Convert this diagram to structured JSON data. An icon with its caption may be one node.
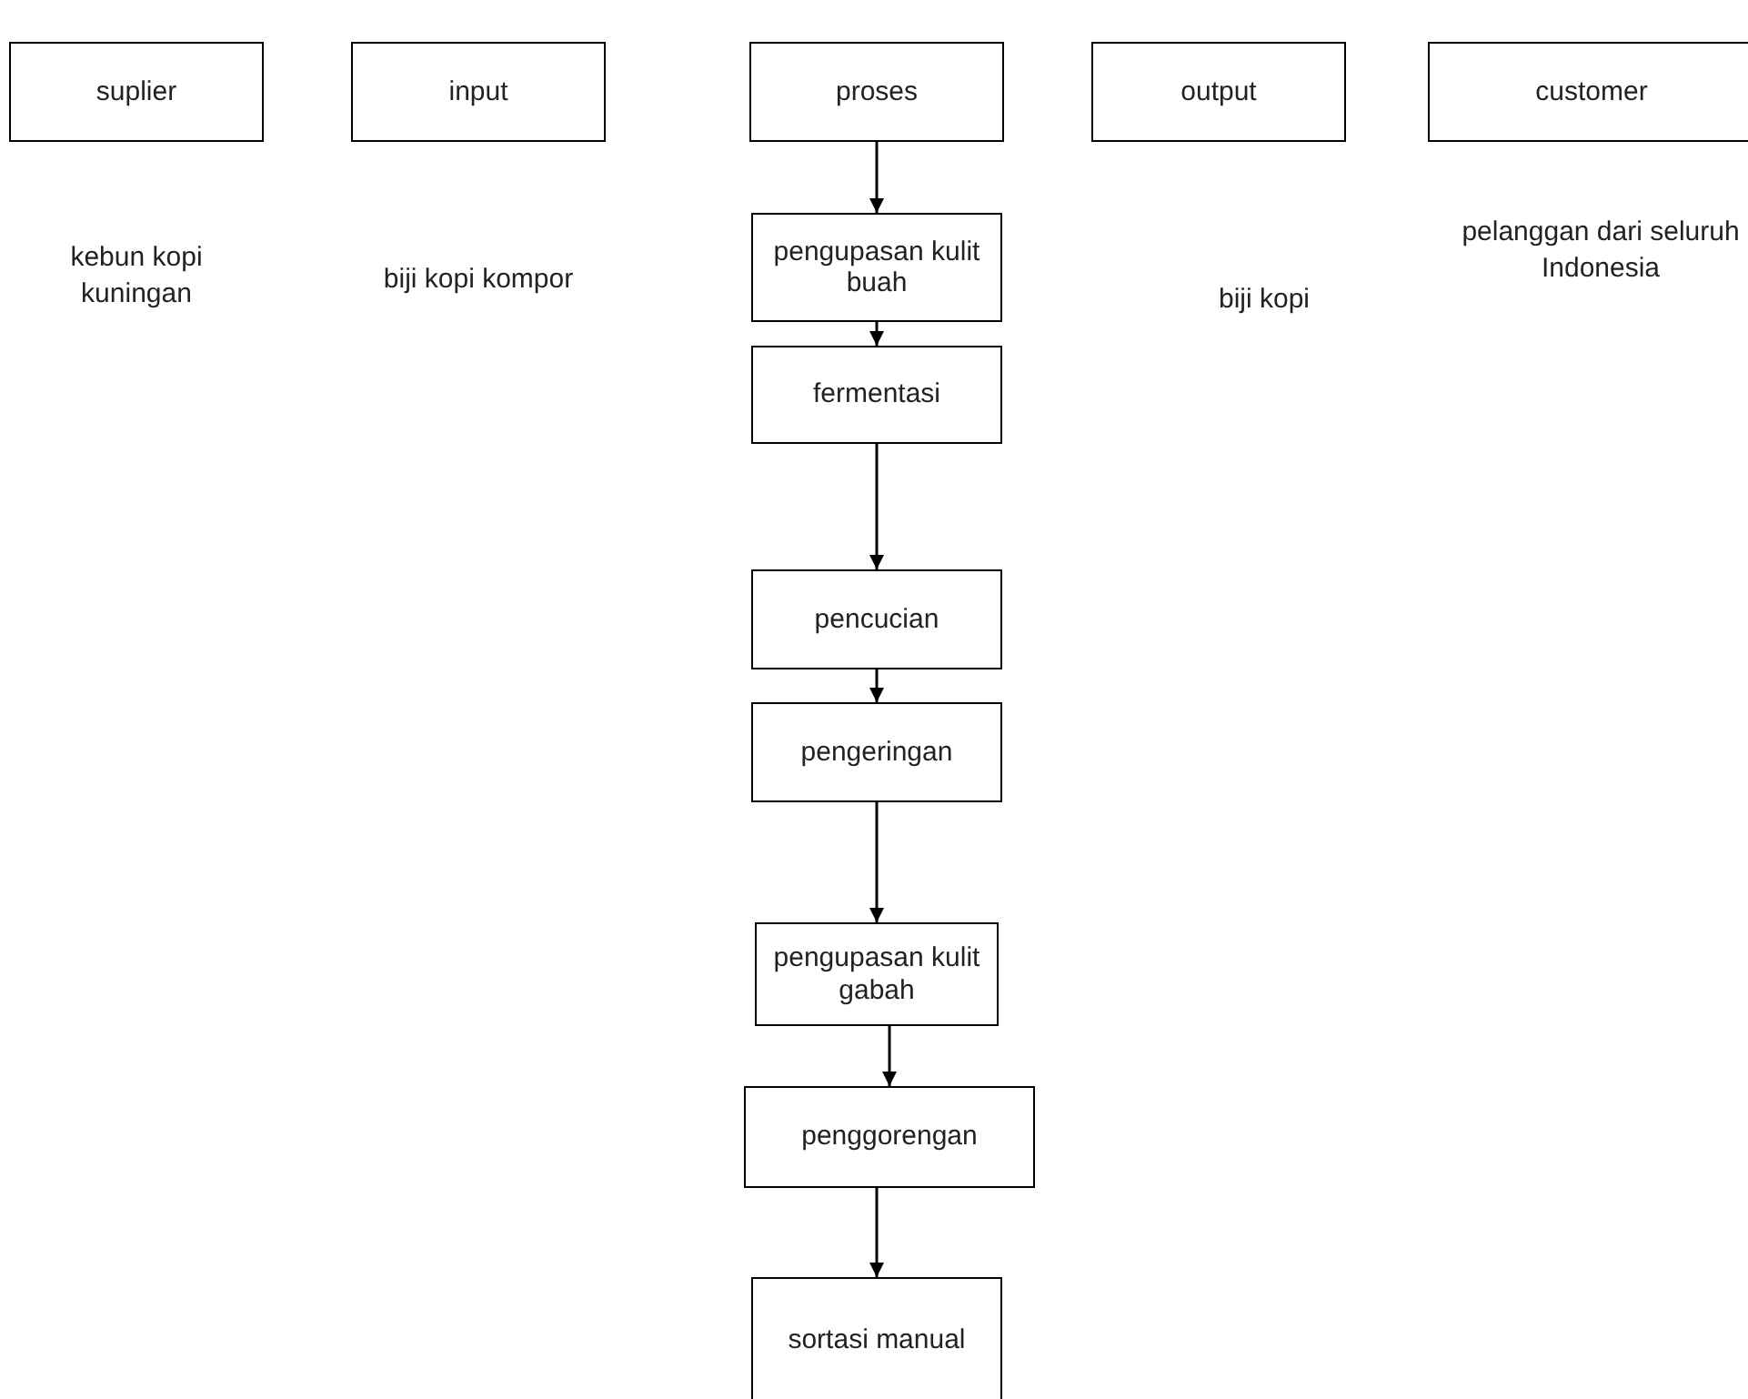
{
  "diagram": {
    "nodes": [
      {
        "text": [
          "suplier"
        ]
      },
      {
        "text": [
          "input"
        ]
      },
      {
        "text": [
          "proses"
        ]
      },
      {
        "text": [
          "output"
        ]
      },
      {
        "text": [
          "customer"
        ]
      },
      {
        "text": [
          "pengupasan kulit buah"
        ]
      },
      {
        "text": [
          "fermentasi"
        ]
      },
      {
        "text": [
          "pencucian"
        ]
      },
      {
        "text": [
          "pengeringan"
        ]
      },
      {
        "text": [
          "pengupasan kulit gabah"
        ]
      },
      {
        "text": [
          "penggorengan"
        ]
      },
      {
        "text": [
          "sortasi manual"
        ]
      }
    ],
    "edges": [
      {
        "from": 2,
        "to": 5,
        "arrow": "to"
      },
      {
        "from": 5,
        "to": 6,
        "arrow": "to"
      },
      {
        "from": 6,
        "to": 7,
        "arrow": "to"
      },
      {
        "from": 7,
        "to": 8,
        "arrow": "to"
      },
      {
        "from": 8,
        "to": 9,
        "arrow": "to"
      },
      {
        "from": 9,
        "to": 10,
        "arrow": "to"
      },
      {
        "from": 10,
        "to": 11,
        "arrow": "to"
      }
    ],
    "labels": [
      "kebun kopi kuningan",
      "biji kopi kompor",
      "biji kopi",
      "pelanggan dari seluruh Indonesia"
    ]
  }
}
